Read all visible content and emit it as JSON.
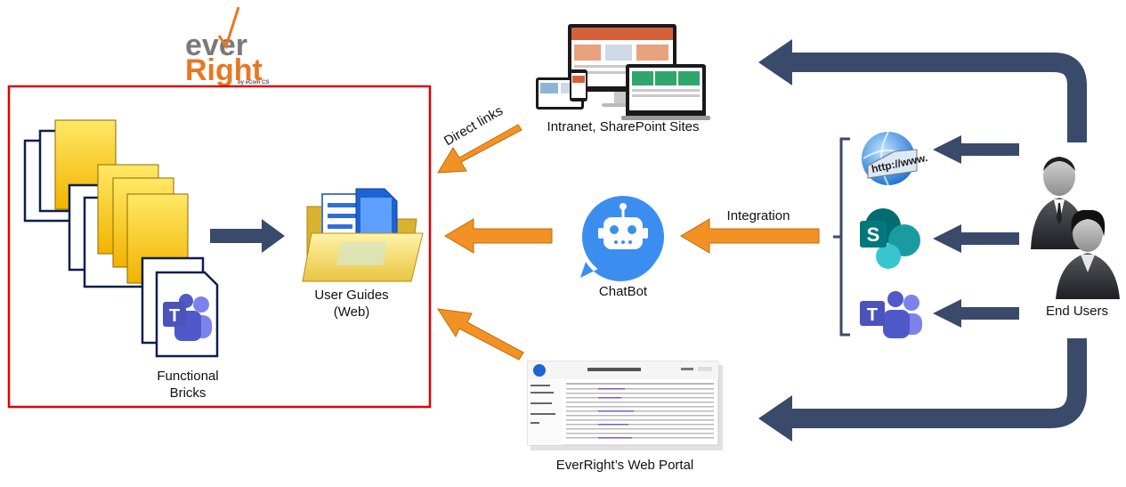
{
  "logo": {
    "line1": "ever",
    "line2": "Right",
    "tagline": "by eCom CS"
  },
  "colors": {
    "frame": "#e00000",
    "navy_arrow": "#3a4a6b",
    "orange_arrow": "#f39224",
    "logo_gray": "#7a7a7a",
    "logo_orange": "#e87722",
    "teams": "#5059c9",
    "sharepoint": "#038387",
    "chatbot": "#3b8ef0"
  },
  "labels": {
    "functional_bricks": [
      "Functional",
      "Bricks"
    ],
    "user_guides": [
      "User Guides",
      "(Web)"
    ],
    "chatbot": "ChatBot",
    "intranet": "Intranet, SharePoint Sites",
    "web_portal": "EverRight’s Web Portal",
    "end_users": "End Users",
    "direct_links": "Direct links",
    "integration": "Integration"
  },
  "icons": {
    "www": "http://www."
  }
}
